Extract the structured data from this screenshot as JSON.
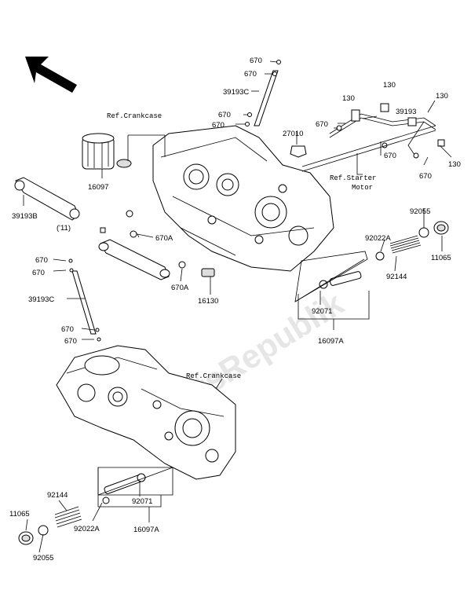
{
  "watermark": "PartsRepublik",
  "references": {
    "crankcase_upper": "Ref.Crankcase",
    "crankcase_lower": "Ref.Crankcase",
    "starter_line1": "Ref.Starter",
    "starter_line2": "Motor"
  },
  "labels": {
    "p670_a": "670",
    "p670_b": "670",
    "p39193c_top": "39193C",
    "p670_c": "670",
    "p670_d": "670",
    "p27010": "27010",
    "p130_a": "130",
    "p130_b": "130",
    "p130_c": "130",
    "p130_d": "130",
    "p39193": "39193",
    "p670_e": "670",
    "p670_f": "670",
    "p670_g": "670",
    "p16097": "16097",
    "p39193b": "39193B",
    "p11_note": "('11)",
    "p670a_a": "670A",
    "p670a_b": "670A",
    "p16130": "16130",
    "p92055_top": "92055",
    "p11065_top": "11065",
    "p92022a_top": "92022A",
    "p92144_top": "92144",
    "p92071_top": "92071",
    "p16097a_top": "16097A",
    "p670_h": "670",
    "p670_i": "670",
    "p39193c_left": "39193C",
    "p670_j": "670",
    "p670_k": "670",
    "p92144_bot": "92144",
    "p11065_bot": "11065",
    "p92022a_bot": "92022A",
    "p92071_bot": "92071",
    "p16097a_bot": "16097A",
    "p92055_bot": "92055"
  }
}
